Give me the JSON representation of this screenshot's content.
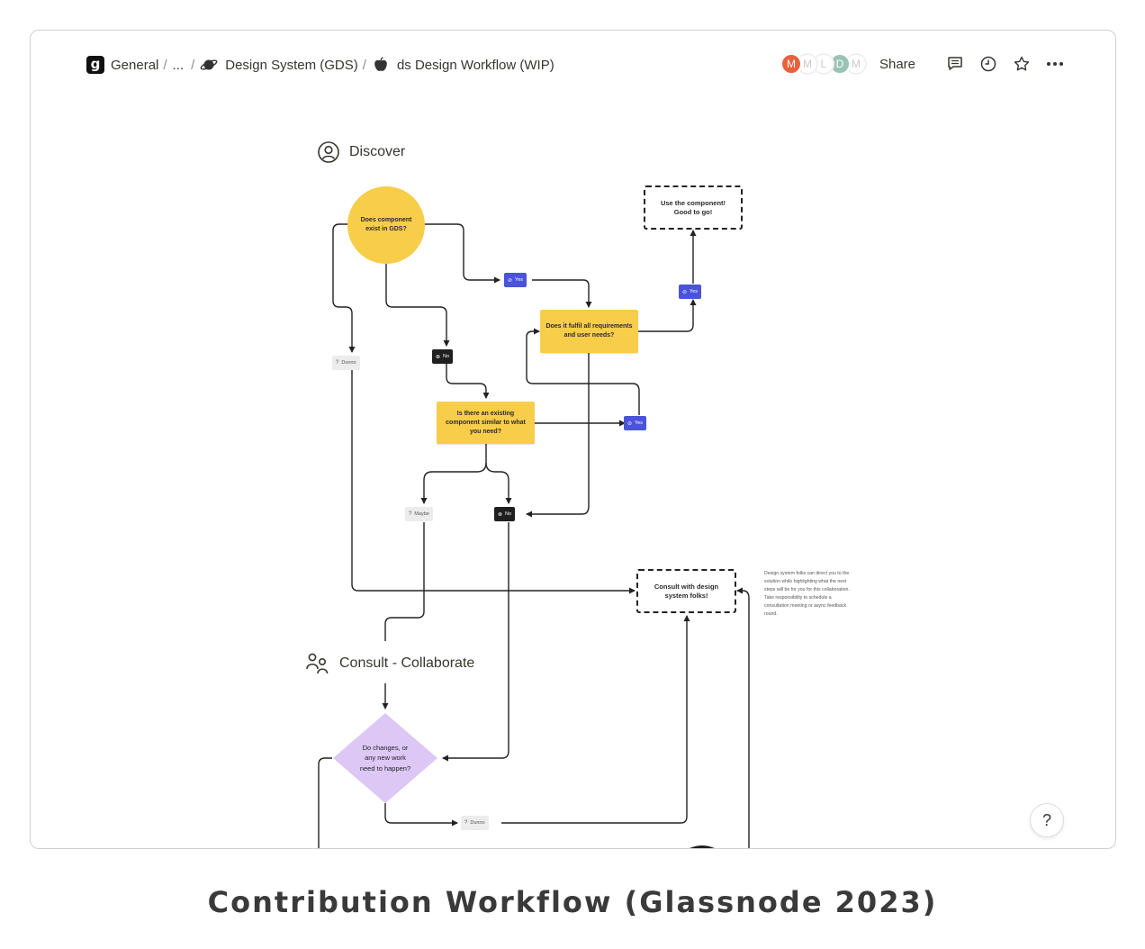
{
  "breadcrumb": {
    "workspace": "General",
    "ellipsis": "...",
    "parent": "Design System (GDS)",
    "page": "ds Design Workflow (WIP)",
    "separator": "/"
  },
  "toolbar": {
    "avatars": [
      {
        "letter": "M",
        "color": "#e8613c"
      },
      {
        "letter": "M",
        "color": "#ffffff"
      },
      {
        "letter": "L",
        "color": "#ffffff"
      },
      {
        "letter": "D",
        "color": "#9cc1b5"
      },
      {
        "letter": "M",
        "color": "#ffffff"
      }
    ],
    "share_label": "Share",
    "icons": [
      "comment-icon",
      "history-icon",
      "star-icon",
      "more-icon"
    ]
  },
  "diagram": {
    "sections": {
      "discover": "Discover",
      "consult": "Consult - Collaborate"
    },
    "nodes": {
      "exists": "Does component exist in GDS?",
      "use_component": "Use the component! Good to go!",
      "fulfil": "Does it fulfil all requirements and user needs?",
      "similar": "Is there an existing component similar to what you need?",
      "consult": "Consult with design system folks!",
      "changes": "Do changes, or any new work need to happen?"
    },
    "labels": {
      "yes": "Yes",
      "no": "No",
      "dunno": "Dunno",
      "maybe": "Maybe"
    },
    "note": "Design system folks can direct you to the solution while highlighting what the next steps will be for you for this collaboration. Take responsibility to schedule a consultation meeting or async feedback round."
  },
  "help_label": "?",
  "caption": "Contribution Workflow (Glassnode 2023)",
  "colors": {
    "yellow": "#f7cd4a",
    "blue": "#4a53d9",
    "black": "#1f1f1f",
    "purple": "#ddc7f5"
  }
}
